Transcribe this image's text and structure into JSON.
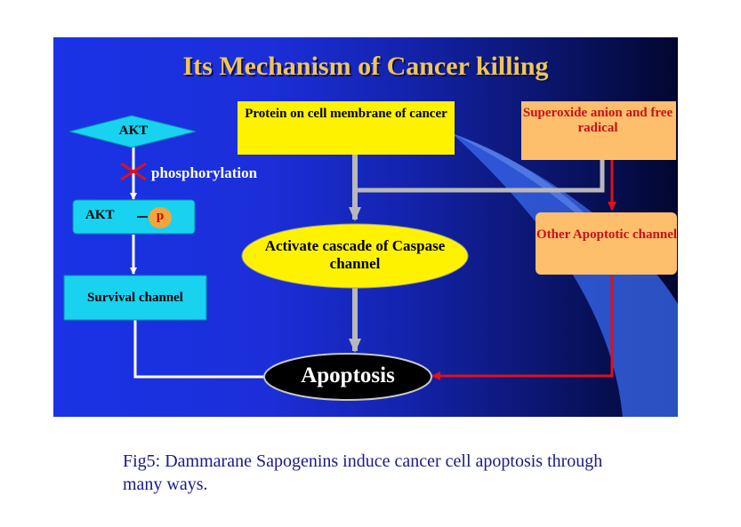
{
  "title": "Its Mechanism of Cancer killing",
  "nodes": {
    "akt": "AKT",
    "phosphorylation": "phosphorylation",
    "akt_p": "AKT",
    "p": "p",
    "survival": "Survival channel",
    "protein": "Protein on cell membrane of cancer",
    "caspase": "Activate cascade of Caspase channel",
    "superoxide": "Superoxide anion and free radical",
    "other_apoptotic": "Other Apoptotic channel",
    "apoptosis": "Apoptosis"
  },
  "caption": "Fig5: Dammarane Sapogenins induce cancer cell apoptosis through many ways.",
  "colors": {
    "cyan_box": "#18d2f0",
    "yellow_box": "#fff200",
    "orange_box": "#fdbf6c",
    "red_arrow": "#e0101a",
    "gray_arrow": "#b8b8b8",
    "title": "#f0c45a"
  }
}
